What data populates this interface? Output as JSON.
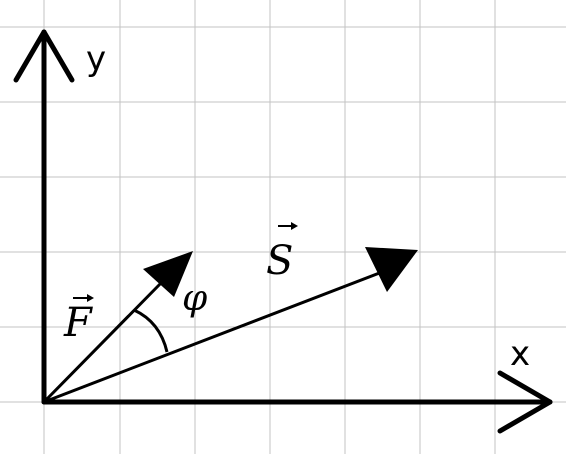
{
  "axes": {
    "x_label": "x",
    "y_label": "y"
  },
  "vectors": {
    "force_label": "F",
    "displacement_label": "S"
  },
  "angle_label": "φ",
  "colors": {
    "grid": "#c3c3c3",
    "ink": "#000000",
    "background": "#ffffff"
  }
}
